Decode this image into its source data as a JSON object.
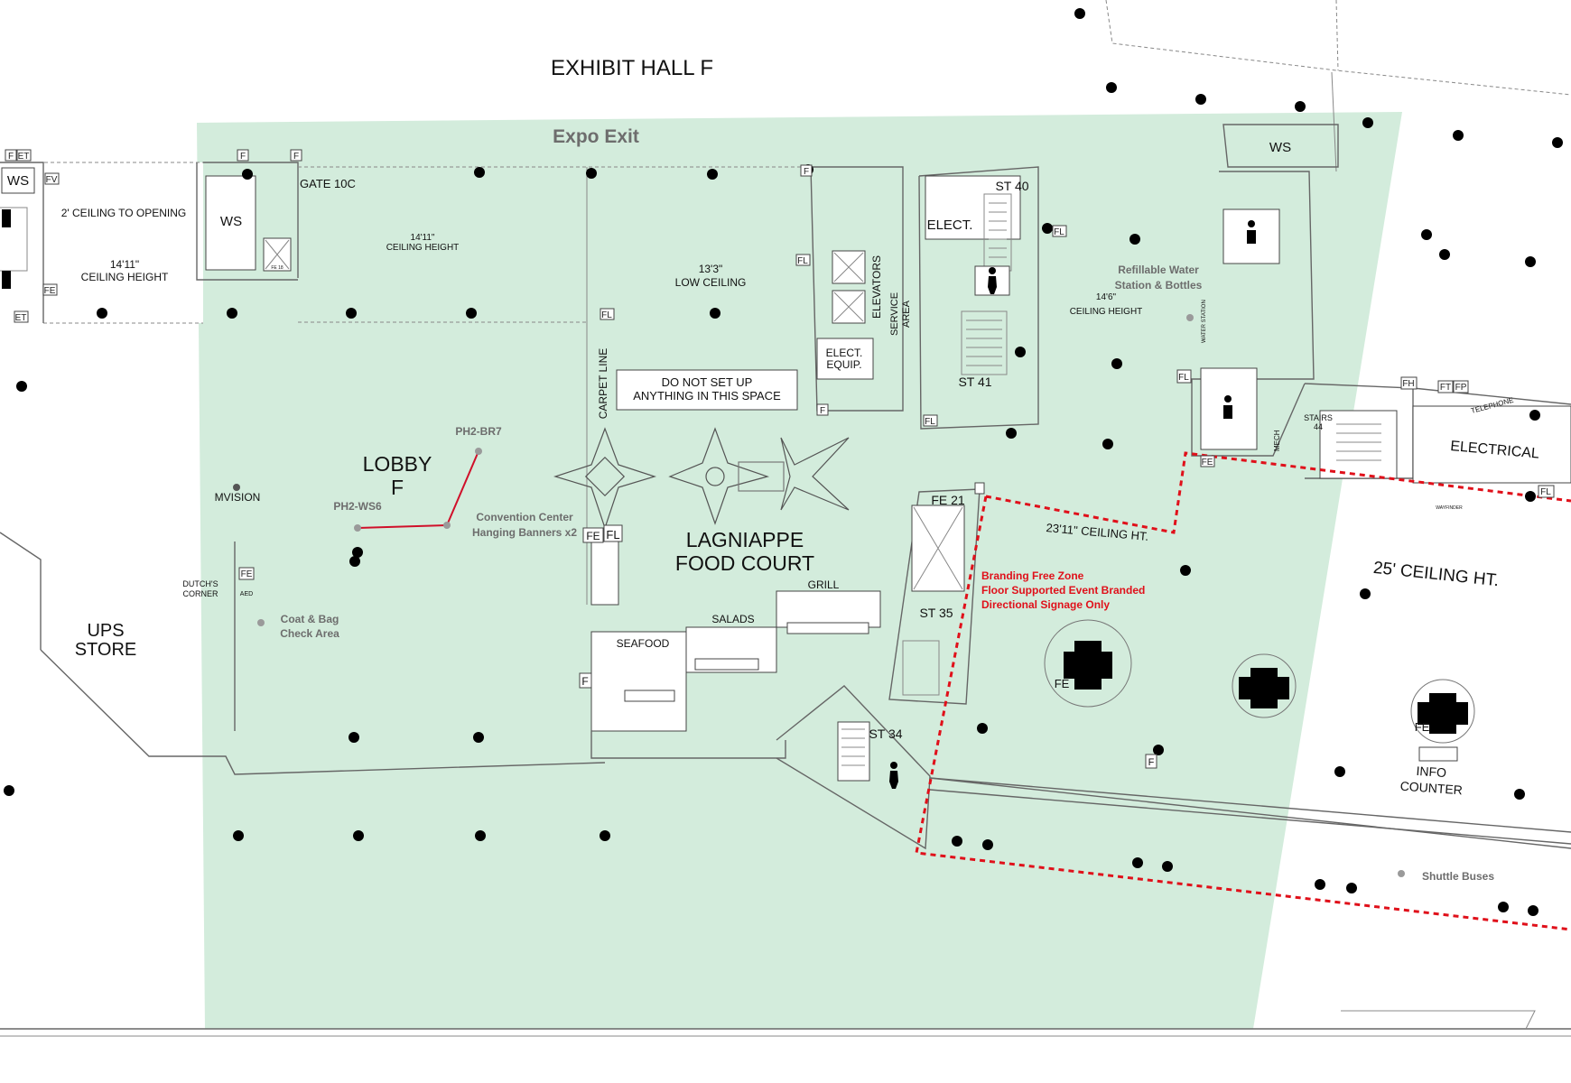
{
  "colors": {
    "zone_fill": "#d3ecdc",
    "boundary_red": "#e0101a",
    "wall_grey": "#666666",
    "label_grey": "#6d6d6d",
    "column_black": "#000000"
  },
  "labels": {
    "exhibit_hall": "EXHIBIT HALL F",
    "expo_exit": "Expo Exit",
    "gate": "GATE 10C",
    "ws_left": "WS",
    "ws_gate": "WS",
    "ws_right": "WS",
    "ceiling_opening": "2' CEILING TO OPENING",
    "ceiling_left_1": "14'11\"",
    "ceiling_left_2": "CEILING HEIGHT",
    "ceiling_mid_1": "14'11\"",
    "ceiling_mid_2": "CEILING HEIGHT",
    "low_ceiling_1": "13'3\"",
    "low_ceiling_2": "LOW CEILING",
    "carpet_line": "CARPET LINE",
    "do_not_1": "DO NOT SET UP",
    "do_not_2": "ANYTHING IN THIS SPACE",
    "lobby_1": "LOBBY",
    "lobby_2": "F",
    "mvision": "MVISION",
    "ph2_br7": "PH2-BR7",
    "ph2_ws6": "PH2-WS6",
    "banners_1": "Convention Center",
    "banners_2": "Hanging Banners x2",
    "food_court_1": "LAGNIAPPE",
    "food_court_2": "FOOD COURT",
    "grill": "GRILL",
    "salads": "SALADS",
    "seafood": "SEAFOOD",
    "dutch_1": "DUTCH'S",
    "dutch_2": "CORNER",
    "coat_1": "Coat & Bag",
    "coat_2": "Check Area",
    "ups_1": "UPS",
    "ups_2": "STORE",
    "st40": "ST 40",
    "st41": "ST 41",
    "st35": "ST 35",
    "st34": "ST 34",
    "elect": "ELECT.",
    "elect_equip_1": "ELECT.",
    "elect_equip_2": "EQUIP.",
    "elevators": "ELEVATORS",
    "service_1": "SERVICE",
    "service_2": "AREA",
    "fe21": "FE 21",
    "refill_1": "Refillable Water",
    "refill_2": "Station & Bottles",
    "ceiling_right_1": "14'6\"",
    "ceiling_right_2": "CEILING HEIGHT",
    "stairs44_1": "STAIRS",
    "stairs44_2": "44",
    "electrical": "ELECTRICAL",
    "telephone": "TELEPHONE",
    "mech": "MECH",
    "water_station": "WATER STATION",
    "ceiling_2311": "23'11\" CEILING HT.",
    "ceiling_25": "25' CEILING HT.",
    "branding_1": "Branding Free Zone",
    "branding_2": "Floor Supported Event Branded",
    "branding_3": "Directional Signage Only",
    "info_1": "INFO",
    "info_2": "COUNTER",
    "shuttle": "Shuttle Buses",
    "wayfinder": "WAYFINDER",
    "aed": "AED",
    "fe18": "FE 18"
  },
  "tags": {
    "fe": "FE",
    "fl": "FL",
    "f": "F",
    "et": "ET",
    "fv": "FV",
    "fh": "FH",
    "ft": "FT",
    "fp": "FP"
  }
}
